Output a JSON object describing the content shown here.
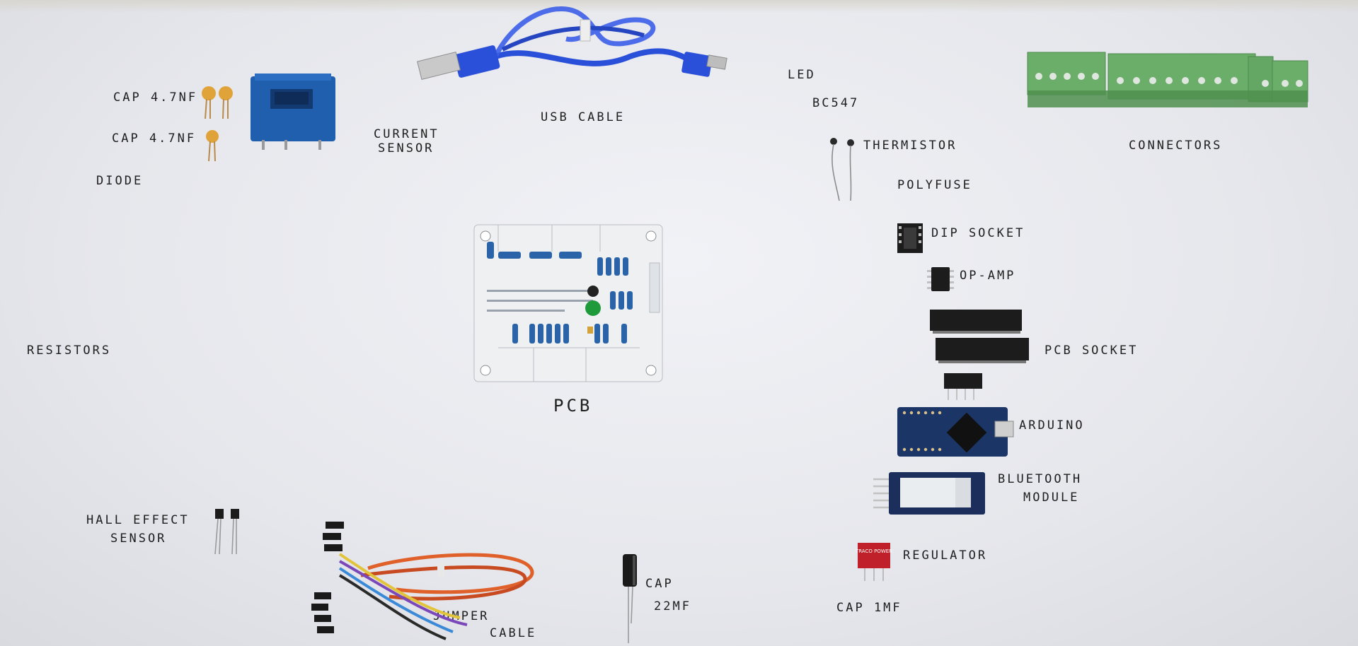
{
  "labels": {
    "cap47_top": "CAP 4.7nF",
    "cap47_bottom": "CAP 4.7nF",
    "diode": "DIODE",
    "current_sensor_line1": "CURRENT",
    "current_sensor_line2": "SENSOR",
    "usb_cable": "USB CABLE",
    "led": "LED",
    "bc547": "BC547",
    "thermistor": "THERMISTOR",
    "polyfuse": "POLYFUSE",
    "connectors": "CONNECTORS",
    "dip_socket": "DIP SOCKET",
    "op_amp": "OP-AMP",
    "pcb_socket": "PCB SOCKET",
    "resistors": "RESISTORS",
    "pcb": "PCB",
    "arduino": "ARDUINO",
    "bluetooth_line1": "BLUETOOTH",
    "bluetooth_line2": "MODULE",
    "hall_line1": "HALL EFFECT",
    "hall_line2": "SENSOR",
    "regulator": "REGULATOR",
    "cap22_line1": "CAP",
    "cap22_line2": "22µF",
    "jumper_line1": "JUMPER",
    "jumper_line2": "CABLE",
    "cap1": "CAP 1µF"
  },
  "regulator_brand": "TRACO POWER",
  "colors": {
    "background": "#eceef2",
    "ink": "#1e1e1e",
    "current_sensor_blue": "#1f5fae",
    "usb_blue": "#2a4fd8",
    "connector_green": "#6aae6a",
    "pcb_white": "#eef0f2",
    "arduino_blue": "#1b3566",
    "regulator_red": "#c0202a"
  }
}
